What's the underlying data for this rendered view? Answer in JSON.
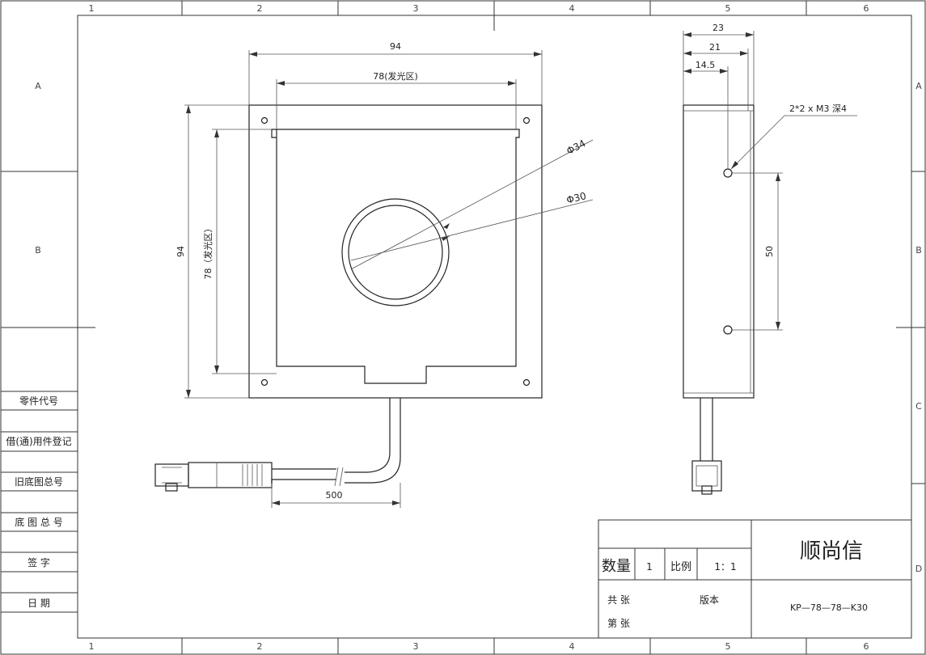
{
  "zones": {
    "columns": [
      "1",
      "2",
      "3",
      "4",
      "5",
      "6"
    ],
    "rows": [
      "A",
      "B",
      "C",
      "D"
    ]
  },
  "side_table": [
    "零件代号",
    "借(通)用件登记",
    "旧底图总号",
    "底 图 总 号",
    "签   字",
    "日   期"
  ],
  "dimensions": {
    "front_width": "94",
    "front_emit_width": "78(发光区)",
    "front_height": "94",
    "front_emit_height": "78（发光区）",
    "outer_diameter": "Φ34",
    "inner_diameter": "Φ30",
    "cable_length": "500",
    "side_total": "23",
    "side_mid": "21",
    "side_hole": "14.5",
    "hole_spacing": "50",
    "hole_note": "2*2 x  M3 深4"
  },
  "title_block": {
    "company": "顺尚信",
    "quantity_label": "数量",
    "quantity_value": "1",
    "scale_label": "比例",
    "scale_value": "1：1",
    "total_sheets_label": "共  张",
    "version_label": "版本",
    "sheet_no_label": "第  张",
    "part_number": "KP—78—78—K30"
  }
}
